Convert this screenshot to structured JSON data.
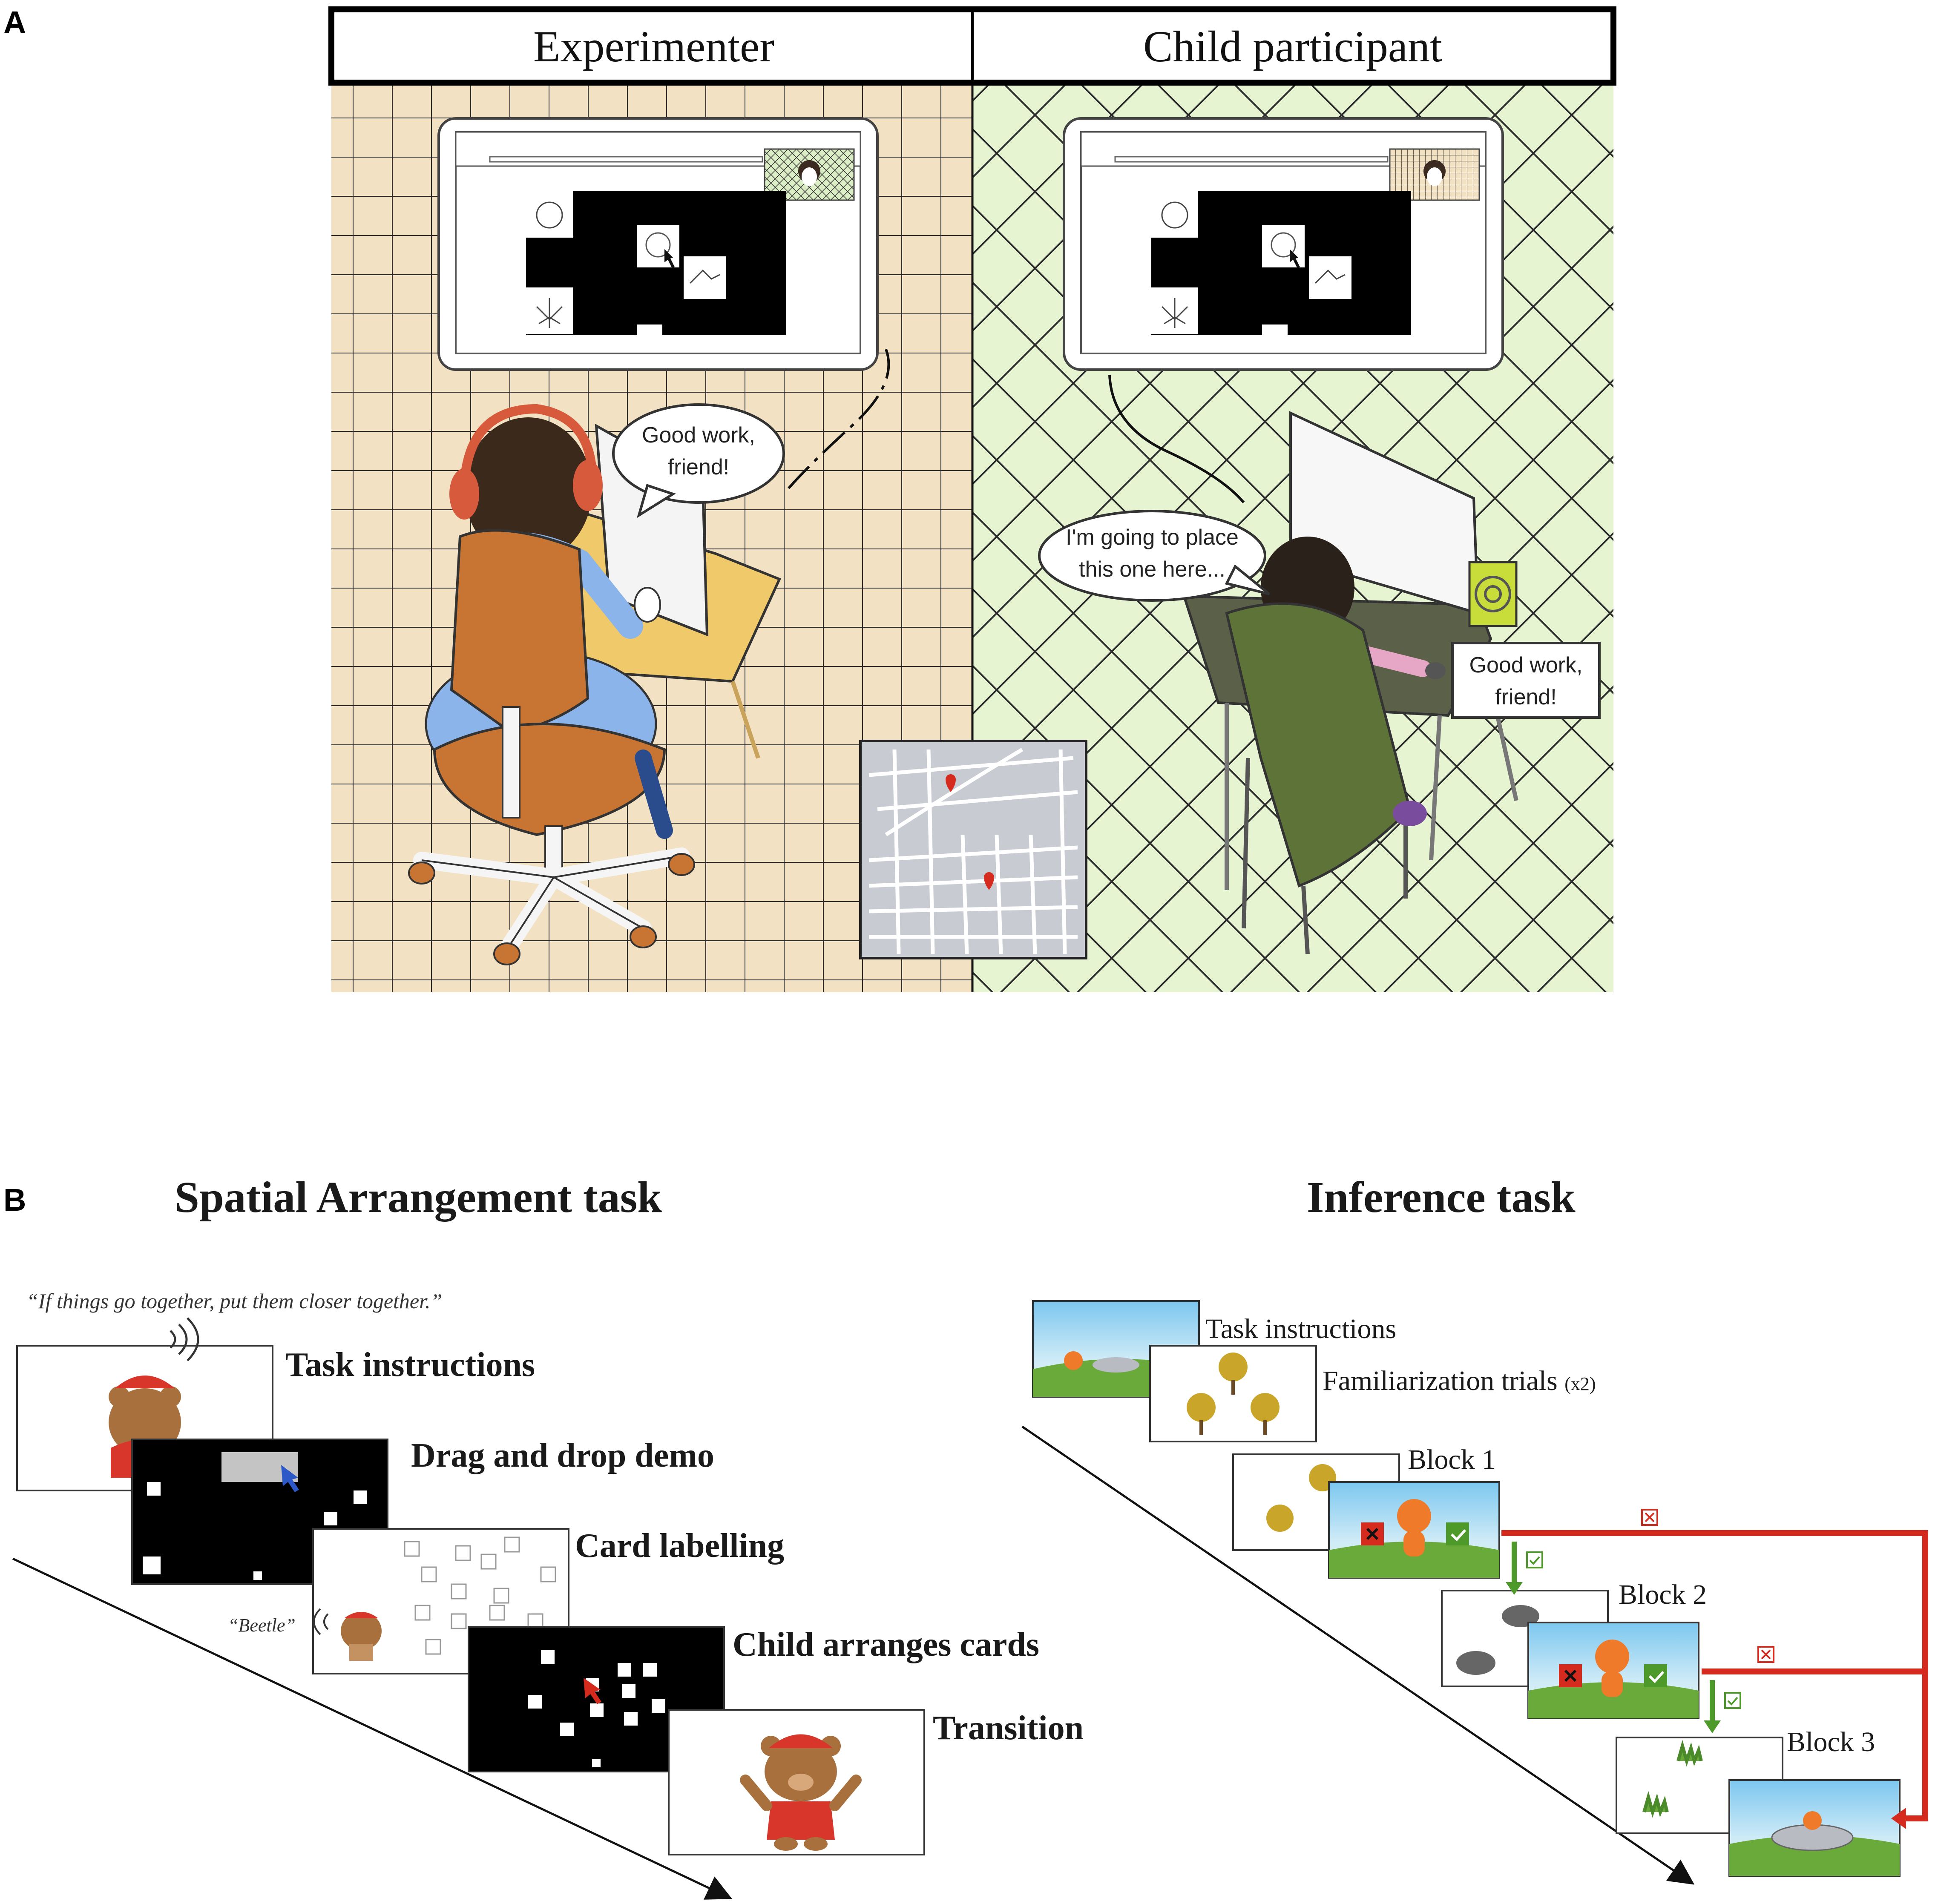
{
  "panel_a": {
    "letter": "A",
    "header_left": "Experimenter",
    "header_right": "Child participant",
    "bubble_experimenter_line1": "Good work,",
    "bubble_experimenter_line2": "friend!",
    "bubble_child_line1": "I'm going to place",
    "bubble_child_line2": "this one here...",
    "box_speaker_line1": "Good work,",
    "box_speaker_line2": "friend!"
  },
  "panel_b": {
    "letter": "B",
    "spatial": {
      "title": "Spatial Arrangement task",
      "quote": "“If  things go together, put them closer together.”",
      "beetle_quote": "“Beetle”",
      "steps": [
        "Task instructions",
        "Drag and drop demo",
        "Card labelling",
        "Child arranges cards",
        "Transition"
      ]
    },
    "inference": {
      "title": "Inference task",
      "task_instructions": "Task instructions",
      "familiarization": "Familiarization trials",
      "familiarization_count": "(x2)",
      "blocks": [
        "Block 1",
        "Block 2",
        "Block 3"
      ]
    }
  },
  "colors": {
    "experimenter_bg": "#f2e2c3",
    "child_bg": "#e6f4d2",
    "chair_orange": "#c87533",
    "desk_yellow": "#f0c96a",
    "shirt_blue": "#8ab4ea",
    "chair_green": "#5e7338",
    "desk_green": "#5b6048",
    "arrow_red": "#d42b1e",
    "check_green": "#4d9a2a",
    "bear_red": "#d8362b"
  }
}
